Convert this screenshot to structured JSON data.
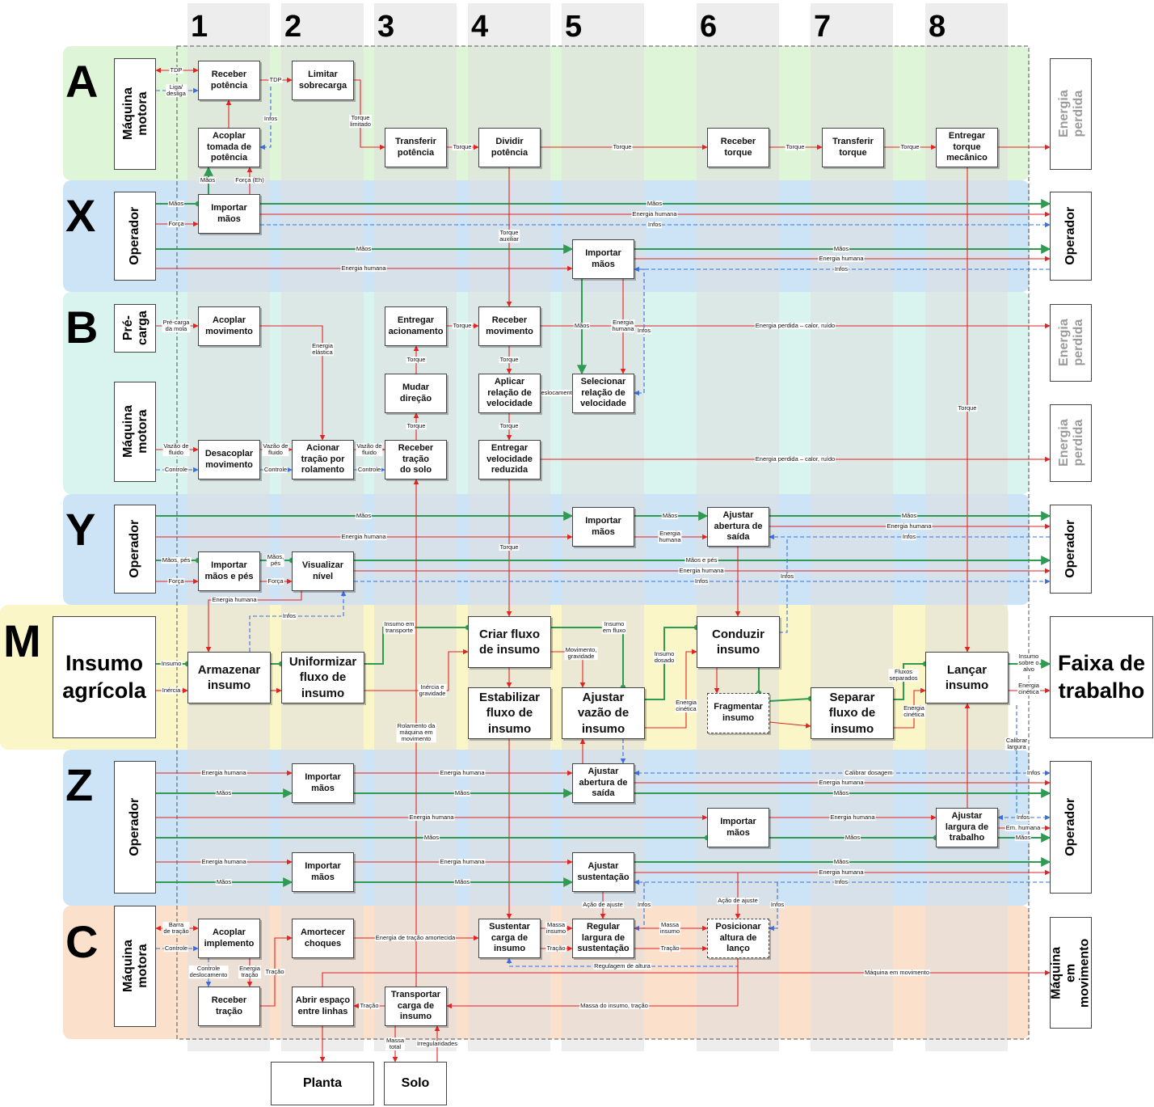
{
  "columns": [
    "1",
    "2",
    "3",
    "4",
    "5",
    "6",
    "7",
    "8"
  ],
  "rows": {
    "A": {
      "letter": "A",
      "left": "Máquina\nmotora",
      "right": "Energia\nperdida"
    },
    "X": {
      "letter": "X",
      "left": "Operador",
      "right": "Operador"
    },
    "B": {
      "letter": "B",
      "left_top": "Pré-\ncarga",
      "left_bottom": "Máquina\nmotora",
      "right_top": "Energia\nperdida",
      "right_bottom": "Energia\nperdida"
    },
    "Y": {
      "letter": "Y",
      "left": "Operador",
      "right": "Operador"
    },
    "M": {
      "letter": "M",
      "left": "Insumo\nagrícola",
      "right": "Faixa de\ntrabalho"
    },
    "Z": {
      "letter": "Z",
      "left": "Operador",
      "right": "Operador"
    },
    "C": {
      "letter": "C",
      "left": "Máquina motora",
      "right": "Máquina em\nmovimento"
    }
  },
  "bottom_sinks": {
    "planta": "Planta",
    "solo": "Solo"
  },
  "functions": {
    "receber_potencia": "Receber\npotência",
    "limitar_sobrecarga": "Limitar\nsobrecarga",
    "acoplar_tdp": "Acoplar\ntomada de\npotência",
    "transferir_potencia": "Transferir\npotência",
    "dividir_potencia": "Dividir\npotência",
    "receber_torque": "Receber\ntorque",
    "transferir_torque": "Transferir\ntorque",
    "entregar_torque": "Entregar\ntorque\nmecânico",
    "importar_maos_x1": "Importar\nmãos",
    "importar_maos_x5": "Importar\nmãos",
    "acoplar_movimento": "Acoplar\nmovimento",
    "entregar_acionamento": "Entregar\nacionamento",
    "receber_movimento": "Receber\nmovimento",
    "mudar_direcao": "Mudar\ndireção",
    "aplicar_relacao": "Aplicar\nrelação de\nvelocidade",
    "selecionar_relacao": "Selecionar\nrelação de\nvelocidade",
    "desacoplar_movimento": "Desacoplar\nmovimento",
    "acionar_tracao": "Acionar\ntração por\nrolamento",
    "receber_tracao_solo": "Receber\ntração\ndo solo",
    "entregar_velocidade": "Entregar\nvelocidade\nreduzida",
    "importar_maos_y5": "Importar\nmãos",
    "ajustar_abertura_y": "Ajustar\nabertura de\nsaída",
    "importar_maos_pes": "Importar\nmãos e pés",
    "visualizar_nivel": "Visualizar\nnível",
    "armazenar_insumo": "Armazenar\ninsumo",
    "uniformizar_fluxo": "Uniformizar\nfluxo de\ninsumo",
    "criar_fluxo": "Criar fluxo\nde insumo",
    "estabilizar_fluxo": "Estabilizar\nfluxo de\ninsumo",
    "ajustar_vazao": "Ajustar\nvazão de\ninsumo",
    "conduzir_insumo": "Conduzir\ninsumo",
    "fragmentar_insumo": "Fragmentar\ninsumo",
    "separar_fluxo": "Separar\nfluxo de\ninsumo",
    "lancar_insumo": "Lançar\ninsumo",
    "importar_maos_z2a": "Importar\nmãos",
    "ajustar_abertura_z": "Ajustar\nabertura de\nsaída",
    "importar_maos_z6": "Importar\nmãos",
    "ajustar_largura_trabalho": "Ajustar\nlargura de\ntrabalho",
    "importar_maos_z2b": "Importar\nmãos",
    "ajustar_sustentacao": "Ajustar\nsustentação",
    "acoplar_implemento": "Acoplar\nimplemento",
    "amortecer_choques": "Amortecer\nchoques",
    "sustentar_carga": "Sustentar\ncarga de\ninsumo",
    "regular_largura": "Regular\nlargura de\nsustentação",
    "posicionar_altura": "Posicionar\naltura de\nlanço",
    "receber_tracao": "Receber\ntração",
    "abrir_espaco": "Abrir espaço\nentre linhas",
    "transportar_carga": "Transportar\ncarga de\ninsumo"
  },
  "flow_labels": {
    "tdp1": "TDP",
    "liga_desliga": "Liga/\ndesliga",
    "tdp2": "TDP",
    "infos_a": "Infos",
    "torque_limitado": "Torque\nlimitado",
    "torque_a1": "Torque",
    "torque_a2": "Torque",
    "torque_a3": "Torque",
    "torque_a4": "Torque",
    "maos_a": "Mãos",
    "forca_eh": "Força (Eh)",
    "maos_x1": "Mãos",
    "forca_x1": "Força",
    "maos_x_long": "Mãos",
    "eh_x_long": "Energia humana",
    "infos_x_long": "Infos",
    "torque_auxiliar": "Torque\nauxiliar",
    "maos_x2": "Mãos",
    "eh_x2": "Energia humana",
    "maos_x3": "Mãos",
    "eh_x3": "Energia humana",
    "infos_x3": "Infos",
    "pre_carga_mola": "Pré-carga\nda mola",
    "energia_elastica": "Energia\nelástica",
    "torque_b1": "Torque",
    "maos_b": "Mãos",
    "eh_b": "Energia\nhumana",
    "infos_b": "Infos",
    "ep_calor1": "Energia perdida – calor, ruído",
    "torque_b2": "Torque",
    "torque_b3": "Torque",
    "torque_b4": "Torque",
    "deslocamento": "Deslocamento",
    "vazao_fluido1": "Vazão de\nfluido",
    "vazao_fluido2": "Vazão de\nfluido",
    "vazao_fluido3": "Vazão de\nfluido",
    "controle1": "Controle",
    "controle2": "Controle",
    "controle3": "Controle",
    "ep_calor2": "Energia perdida – calor, ruído",
    "torque_vert": "Torque",
    "maos_y1": "Mãos",
    "eh_y1": "Energia humana",
    "maos_y2": "Mãos",
    "eh_y2": "Energia\nhumana",
    "maos_y3": "Mãos",
    "eh_y3": "Energia humana",
    "infos_y3": "Infos",
    "torque_y": "Torque",
    "maos_pes": "Mãos, pés",
    "forca_y": "Força",
    "maos_pes2": "Mãos,\npés",
    "forca_y2": "Força",
    "maos_e_pes": "Mãos e pés",
    "eh_y4": "Energia humana",
    "infos_y4": "Infos",
    "infos_y5": "Infos",
    "eh_y5": "Energia humana",
    "infos_m": "Infos",
    "insumo_in": "Insumo",
    "inercia_in": "Inércia",
    "insumo_transporte": "Insumo em\ntransporte",
    "inercia_gravidade": "Inércia e\ngravidade",
    "movimento_gravidade": "Movimento,\ngravidade",
    "insumo_fluxo": "Insumo\nem fluxo",
    "insumo_dosado": "Insumo\ndosado",
    "energia_cinetica1": "Energia\ncinética",
    "fluxos_separados": "Fluxos\nseparados",
    "energia_cinetica2": "Energia\ncinética",
    "insumo_alvo": "Insumo\nsobre o\nalvo",
    "energia_cinetica3": "Energia\ncinética",
    "rolamento": "Rolamento da\nmáquina em\nmovimento",
    "calibrar_largura": "Calibrar\nlargura",
    "eh_z1": "Energia humana",
    "maos_z1": "Mãos",
    "eh_z2": "Energia humana",
    "maos_z2": "Mãos",
    "calibrar_dosagem": "Calibrar dosagem",
    "infos_z1": "Infos",
    "eh_z3": "Energia humana",
    "maos_z3": "Mãos",
    "eh_z4": "Energia humana",
    "eh_z5": "Energia humana",
    "infos_z2": "Infos",
    "em_humana": "Em. humana",
    "maos_z4": "Mãos",
    "maos_z5": "Mãos",
    "maos_z6": "Mãos",
    "eh_z6": "Energia humana",
    "eh_z7": "Energia humana",
    "maos_z7": "Mãos",
    "maos_z8": "Mãos",
    "maos_z9": "Mãos",
    "eh_z8": "Energia humana",
    "infos_z3": "Infos",
    "acao_ajuste1": "Ação de ajuste",
    "acao_ajuste2": "Ação de ajuste",
    "infos_z4": "Infos",
    "infos_z5": "Infos",
    "barra_tracao": "Barra\nde tração",
    "controle_c": "Controle",
    "energia_tracao_amortecida": "Energia de tração amortecida",
    "massa_insumo1": "Massa\ninsumo",
    "massa_insumo2": "Massa\ninsumo",
    "tracao1": "Tração",
    "tracao2": "Tração",
    "controle_desloc": "Controle\ndeslocamento",
    "energia_tracao": "Energia\ntração",
    "tracao3": "Tração",
    "regulagem_altura": "Regulagem de altura",
    "maquina_movimento": "Máquina em movimento",
    "tracao4": "Tração",
    "massa_insumo_tracao": "Massa do insumo, tração",
    "massa_total": "Massa\ntotal",
    "irregularidades": "Irregularidades"
  },
  "colors": {
    "band_A": "#dff5d8",
    "band_X": "#cde4f7",
    "band_B": "#d9f3ef",
    "band_Y": "#cde4f7",
    "band_M": "#fbf6c8",
    "band_Z": "#cde4f7",
    "band_C": "#fbe0cc",
    "column": "#dedede",
    "energy": "#e32222",
    "human": "#2e9a52",
    "signal": "#3a6fe0",
    "lost_text": "#9a9a9a"
  }
}
